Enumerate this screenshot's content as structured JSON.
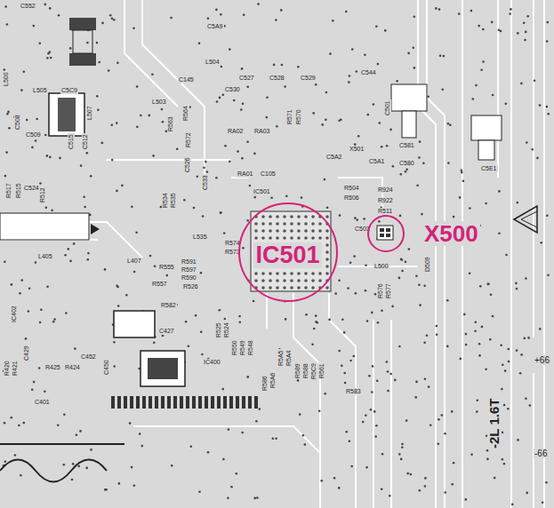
{
  "diagram": {
    "nodes": [
      {
        "text": [
          "IC501"
        ]
      },
      {
        "text": [
          "X500"
        ]
      }
    ],
    "labels": [
      "C552",
      "L500",
      "C5A9",
      "L504",
      "C145",
      "C527",
      "C528",
      "C529",
      "C530",
      "C544",
      "L503",
      "R564",
      "R563",
      "R572",
      "C501",
      "L505",
      "C5C9",
      "L507",
      "C508",
      "C509",
      "C515",
      "C512",
      "RA02",
      "RA03",
      "R571",
      "R570",
      "X501",
      "C5A2",
      "C5A1",
      "C581",
      "C580",
      "C5E1",
      "RA01",
      "C105",
      "IC501",
      "R504",
      "R506",
      "R924",
      "R922",
      "R511",
      "R517",
      "R515",
      "R512",
      "C524",
      "C526",
      "R534",
      "R535",
      "C533",
      "L535",
      "R574",
      "R573",
      "R555",
      "R591",
      "R597",
      "R590",
      "R557",
      "R526",
      "R582",
      "L405",
      "L407",
      "IC402",
      "C427",
      "C452",
      "C450",
      "R425",
      "R424",
      "R420",
      "R421",
      "C429",
      "IC400",
      "C401",
      "R583",
      "R576",
      "R577",
      "D509",
      "L500",
      "C503",
      "-2L 1.6T",
      "+66",
      "-66",
      "R525",
      "R524",
      "R550",
      "R549",
      "R548",
      "R5A5",
      "R5A4",
      "R589",
      "R588",
      "R5C9",
      "R561",
      "R5A6",
      "R586"
    ]
  }
}
